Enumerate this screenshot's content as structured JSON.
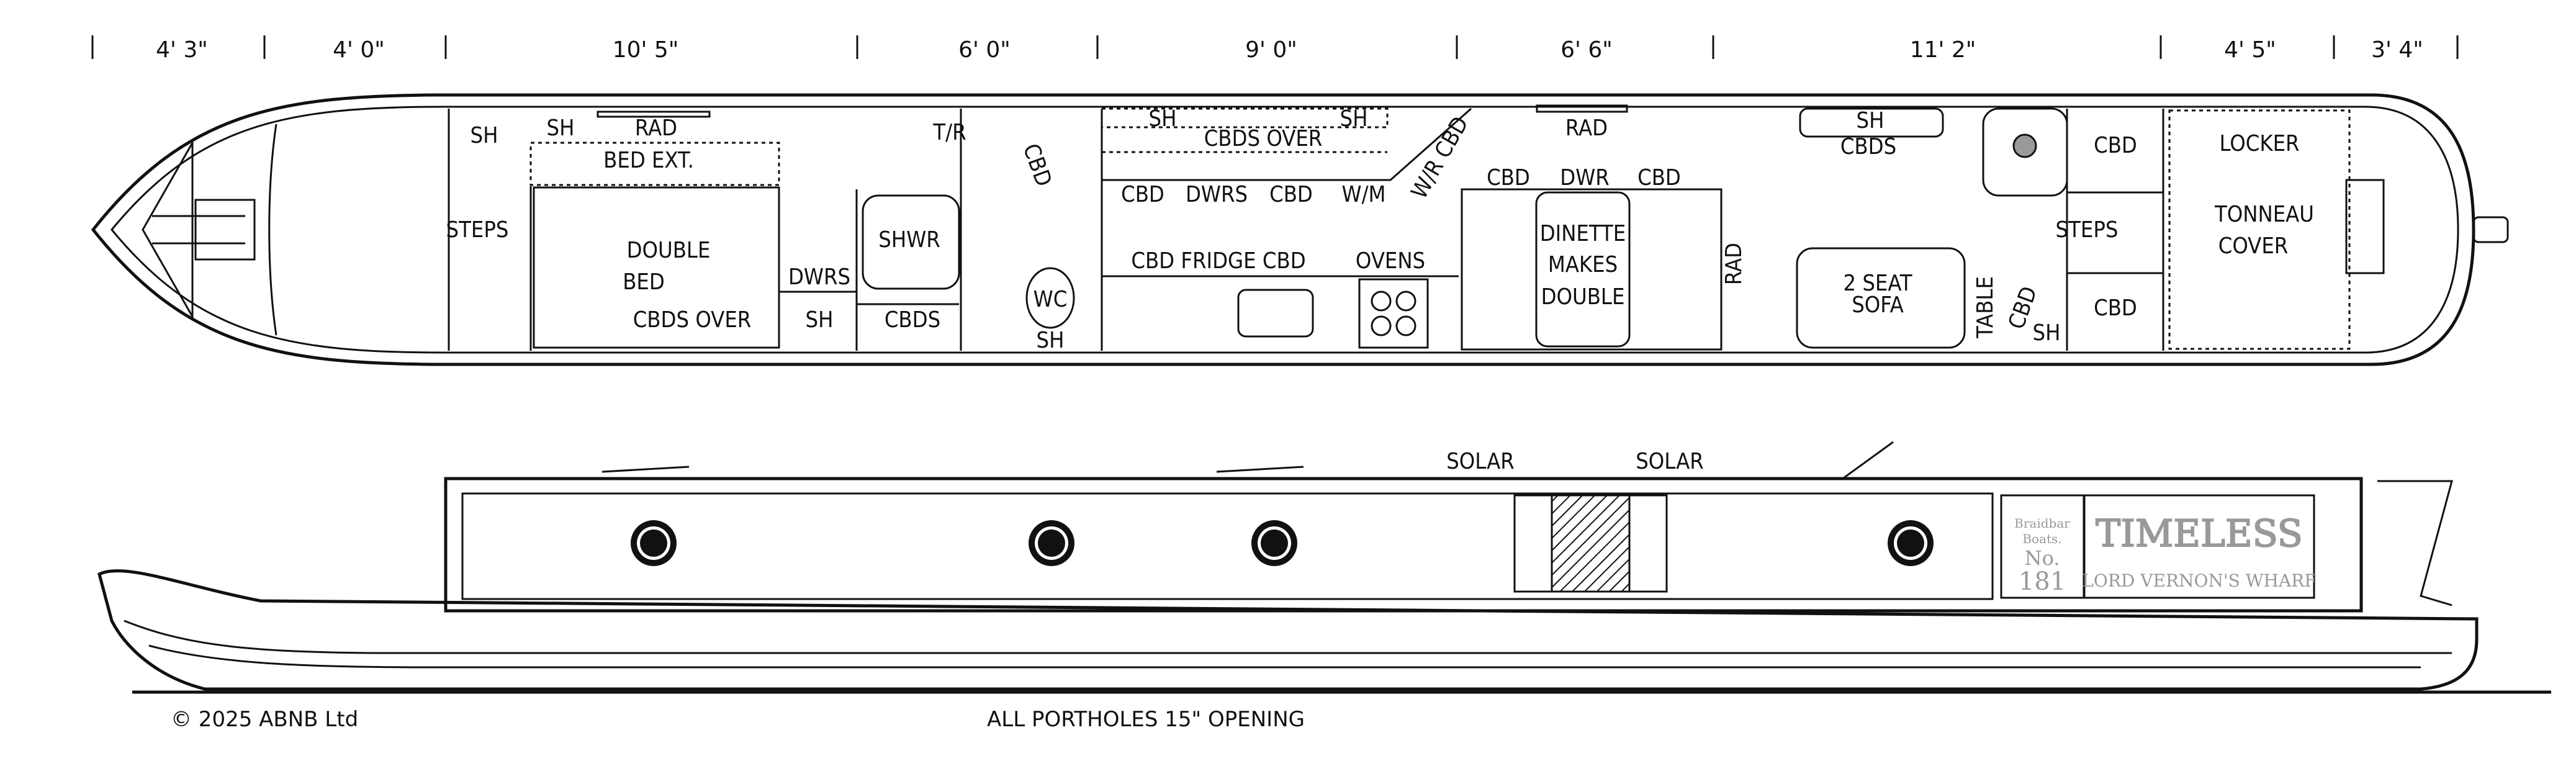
{
  "ruler": [
    "4' 3\"",
    "4' 0\"",
    "10' 5\"",
    "6' 0\"",
    "9' 0\"",
    "6' 6\"",
    "11' 2\"",
    "4' 5\"",
    "3' 4\""
  ],
  "plan": {
    "fore": {
      "sh1": "SH",
      "sh2": "SH",
      "rad": "RAD",
      "bed_ext": "BED EXT.",
      "steps": "STEPS",
      "double": "DOUBLE",
      "bed": "BED",
      "cbds_over": "CBDS OVER",
      "dwrs": "DWRS",
      "sh3": "SH"
    },
    "bathroom": {
      "shwr": "SHWR",
      "cbds": "CBDS",
      "tr": "T/R",
      "cbd": "CBD",
      "wc": "WC",
      "sh": "SH"
    },
    "galley": {
      "sh1": "SH",
      "cbds_over": "CBDS OVER",
      "sh2": "SH",
      "cbd1": "CBD",
      "dwrs": "DWRS",
      "cbd2": "CBD",
      "wm": "W/M",
      "wr_cbd": "W/R CBD",
      "cbd_fridge_cbd": "CBD FRIDGE CBD",
      "ovens": "OVENS"
    },
    "dinette": {
      "rad": "RAD",
      "cbd1": "CBD",
      "dwr": "DWR",
      "cbd2": "CBD",
      "line1": "DINETTE",
      "line2": "MAKES",
      "line3": "DOUBLE",
      "rad2": "RAD"
    },
    "saloon": {
      "sh": "SH",
      "cbds": "CBDS",
      "sofa1": "2 SEAT",
      "sofa2": "SOFA",
      "table": "TABLE",
      "cbd": "CBD",
      "sh2": "SH"
    },
    "stern": {
      "steps": "STEPS",
      "cbd1": "CBD",
      "cbd2": "CBD",
      "locker": "LOCKER",
      "tonneau": "TONNEAU",
      "cover": "COVER"
    }
  },
  "elevation": {
    "solar1": "SOLAR",
    "solar2": "SOLAR",
    "builder_line1": "Braidbar",
    "builder_line2": "Boats.",
    "number_label": "No.",
    "number": "181",
    "boat_name": "TIMELESS",
    "home": "LORD VERNON'S WHARF"
  },
  "footer": {
    "copyright": "© 2025 ABNB Ltd",
    "note": "ALL PORTHOLES 15\" OPENING"
  }
}
